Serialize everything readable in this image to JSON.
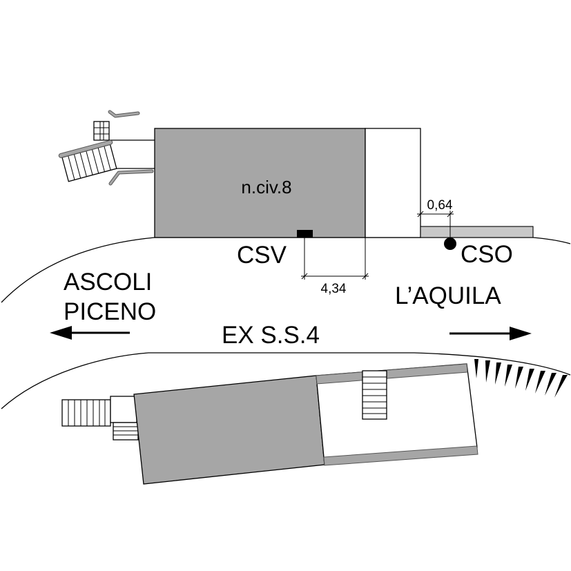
{
  "labels": {
    "house_number": "n.civ.8",
    "csv": "CSV",
    "cso": "CSO",
    "dim_csv": "4,34",
    "dim_cso": "0,64",
    "road": "EX S.S.4",
    "left_dest_1": "ASCOLI",
    "left_dest_2": "PICENO",
    "right_dest": "L’AQUILA"
  },
  "colors": {
    "building": "#a6a6a6",
    "sidewalk": "#c8c8c8",
    "marker": "#000000"
  },
  "icons": {
    "left_arrow": "arrow-left-icon",
    "right_arrow": "arrow-right-icon",
    "csv_marker": "square-marker-icon",
    "cso_marker": "circle-marker-icon"
  }
}
